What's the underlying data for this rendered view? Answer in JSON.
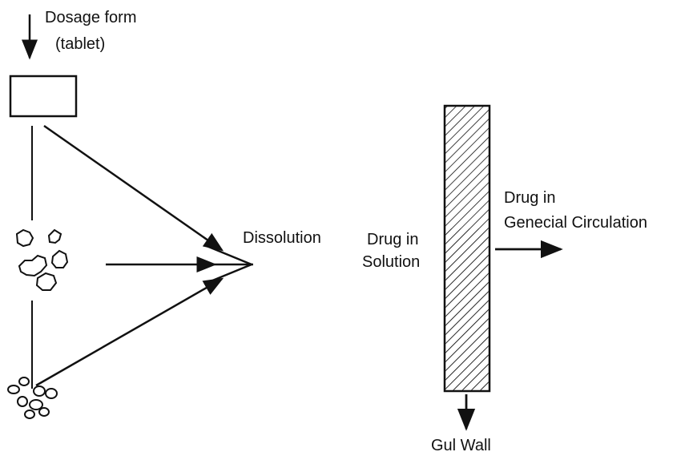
{
  "labels": {
    "dosage_form": "Dosage form",
    "tablet": "(tablet)",
    "dissolution": "Dissolution",
    "drug_in_solution_line1": "Drug in",
    "drug_in_solution_line2": "Solution",
    "drug_in_circulation_line1": "Drug in",
    "drug_in_circulation_line2": "Genecial Circulation",
    "gut_wall": "Gul Wall"
  },
  "colors": {
    "ink": "#111111",
    "background": "#ffffff"
  },
  "icons": {
    "tablet": "tablet-rectangle",
    "granules": "granule-clusters",
    "fine_particles": "fine-particle-cluster",
    "gut_wall": "hatched-wall"
  }
}
